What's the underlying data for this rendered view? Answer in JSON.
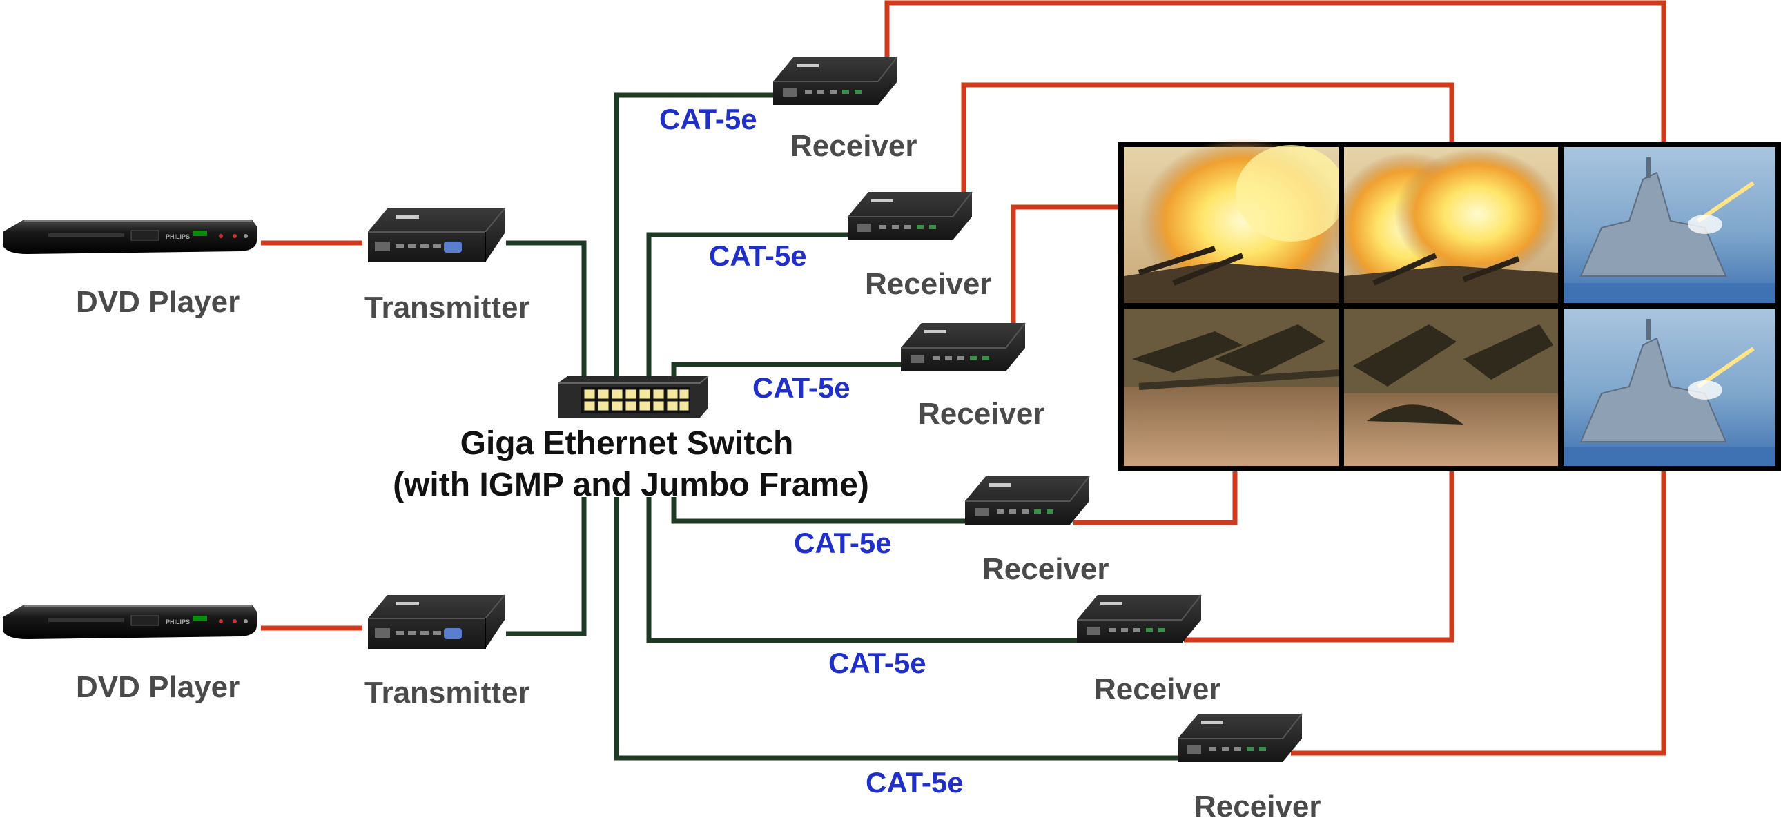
{
  "diagram": {
    "switch": {
      "title": "Giga Ethernet Switch",
      "subtitle": "(with IGMP and Jumbo Frame)"
    },
    "sources": [
      {
        "device_label": "DVD Player",
        "brand": "PHILIPS",
        "transmitter_label": "Transmitter"
      },
      {
        "device_label": "DVD Player",
        "brand": "PHILIPS",
        "transmitter_label": "Transmitter"
      }
    ],
    "receivers": [
      {
        "label": "Receiver",
        "cable_label": "CAT-5e"
      },
      {
        "label": "Receiver",
        "cable_label": "CAT-5e"
      },
      {
        "label": "Receiver",
        "cable_label": "CAT-5e"
      },
      {
        "label": "Receiver",
        "cable_label": "CAT-5e"
      },
      {
        "label": "Receiver",
        "cable_label": "CAT-5e"
      },
      {
        "label": "Receiver",
        "cable_label": "CAT-5e"
      }
    ],
    "video_wall": {
      "columns": 3,
      "rows": 2,
      "panels": [
        "artillery-fire",
        "artillery-fire",
        "warship-missile",
        "artillery-field",
        "artillery-field",
        "warship-missile"
      ]
    },
    "colors": {
      "network_cable": "#1e3a24",
      "video_cable": "#d13a1a",
      "cable_label": "#1f2fc8",
      "device_label": "#4a4a4a"
    }
  }
}
